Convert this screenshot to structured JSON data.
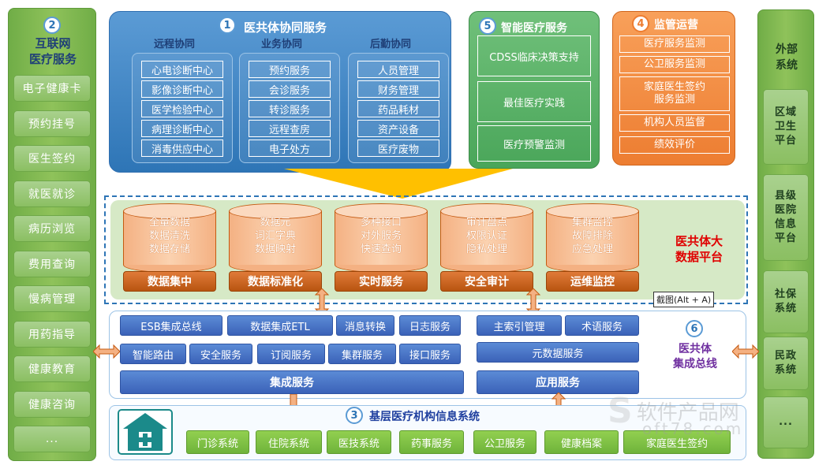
{
  "left": {
    "num": "2",
    "title1": "互联网",
    "title2": "医疗服务",
    "items": [
      "电子健康卡",
      "预约挂号",
      "医生签约",
      "就医就诊",
      "病历浏览",
      "费用查询",
      "慢病管理",
      "用药指导",
      "健康教育",
      "健康咨询",
      "..."
    ]
  },
  "right": {
    "title1": "外部",
    "title2": "系统",
    "items": [
      "区域\n卫生\n平台",
      "县级\n医院\n信息\n平台",
      "社保\n系统",
      "民政\n系统",
      "..."
    ]
  },
  "collab": {
    "num": "1",
    "title": "医共体协同服务",
    "groups": [
      {
        "label": "远程协同",
        "items": [
          "心电诊断中心",
          "影像诊断中心",
          "医学检验中心",
          "病理诊断中心",
          "消毒供应中心"
        ]
      },
      {
        "label": "业务协同",
        "items": [
          "预约服务",
          "会诊服务",
          "转诊服务",
          "远程查房",
          "电子处方"
        ]
      },
      {
        "label": "后勤协同",
        "items": [
          "人员管理",
          "财务管理",
          "药品耗材",
          "资产设备",
          "医疗废物"
        ]
      }
    ]
  },
  "smart": {
    "num": "5",
    "title": "智能医疗服务",
    "items": [
      "CDSS临床决策支持",
      "最佳医疗实践",
      "医疗预警监测"
    ]
  },
  "supervise": {
    "num": "4",
    "title": "监管运营",
    "items": [
      "医疗服务监测",
      "公卫服务监测",
      "家庭医生签约\n服务监测",
      "机构人员监督",
      "绩效评价"
    ]
  },
  "platform": {
    "title1": "医共体大",
    "title2": "数据平台",
    "cylinders": [
      {
        "text": [
          "全量数据",
          "数据清洗",
          "数据存储"
        ],
        "label": "数据集中"
      },
      {
        "text": [
          "数据元",
          "词汇字典",
          "数据映射"
        ],
        "label": "数据标准化"
      },
      {
        "text": [
          "多种接口",
          "对外服务",
          "快速查询"
        ],
        "label": "实时服务"
      },
      {
        "text": [
          "审计盘点",
          "权限认证",
          "隐私处理"
        ],
        "label": "安全审计"
      },
      {
        "text": [
          "集群监控",
          "故障排除",
          "应急处理"
        ],
        "label": "运维监控"
      }
    ]
  },
  "tooltip": "截图(Alt + A)",
  "bus": {
    "num": "6",
    "title1": "医共体",
    "title2": "集成总线",
    "row1": [
      "ESB集成总线",
      "数据集成ETL",
      "消息转换",
      "日志服务"
    ],
    "row2": [
      "智能路由",
      "安全服务",
      "订阅服务",
      "集群服务",
      "接口服务"
    ],
    "main": "集成服务",
    "right_row1": [
      "主索引管理",
      "术语服务"
    ],
    "right_row2": "元数据服务",
    "app": "应用服务"
  },
  "base": {
    "num": "3",
    "title": "基层医疗机构信息系统",
    "items": [
      "门诊系统",
      "住院系统",
      "医技系统",
      "药事服务",
      "公卫服务",
      "健康档案",
      "家庭医生签约"
    ]
  },
  "watermark": {
    "text": "软件产品网",
    "sub": "oft78.com"
  }
}
